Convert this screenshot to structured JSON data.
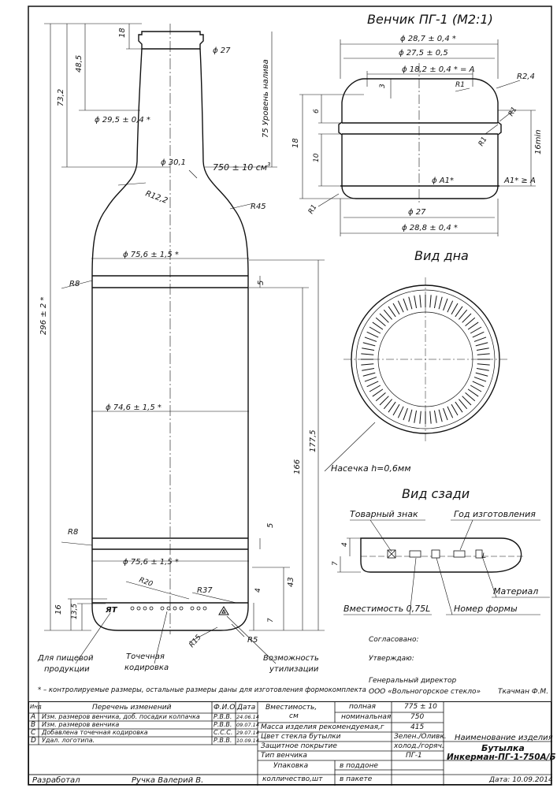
{
  "title_head": "Венчик ПГ-1 (М2:1)",
  "view_bottom": "Вид дна",
  "view_back": "Вид сзади",
  "dims_bottle": {
    "d27": "ϕ 27",
    "h18": "18",
    "h48": "48,5",
    "h73": "73,2",
    "d29": "ϕ 29,5 ± 0,4 *",
    "fill": "75 Уровень налива",
    "d30": "ϕ 30,1",
    "vol": "750 ± 10 см",
    "vol_sup": "3",
    "r12": "R12,2",
    "r45": "R45",
    "d75a": "ϕ 75,6 ± 1,5 *",
    "r8a": "R8",
    "h5a": "5",
    "d74": "ϕ 74,6 ± 1,5 *",
    "h296": "296 ± 2 *",
    "h177": "177,5",
    "h166": "166",
    "r8b": "R8",
    "h5b": "5",
    "d75b": "ϕ 75,6 ± 1,5 *",
    "r20": "R20",
    "r37": "R37",
    "h4": "4",
    "h43": "43",
    "h16": "16",
    "h135": "13,5",
    "h7": "7",
    "r15": "R15",
    "r5": "R5"
  },
  "dims_head": {
    "d287": "ϕ 28,7 ± 0,4 *",
    "d275": "ϕ 27,5 ± 0,5",
    "d182": "ϕ 18,2 ± 0,4 * = A",
    "h3": "3",
    "r1a": "R1",
    "r24": "R2,4",
    "h6": "6",
    "r1b": "R1",
    "r1c": "R1",
    "h18": "18",
    "h10": "10",
    "h16min": "16min",
    "da1": "ϕ A1*",
    "a1ge": "A1* ≥ A",
    "r1d": "R1",
    "d27": "ϕ 27",
    "d288": "ϕ 28,8 ± 0,4 *"
  },
  "labels": {
    "notch": "Насечка h=0,6мм",
    "trademark": "Товарный знак",
    "year": "Год изготовления",
    "material": "Материал",
    "capacity": "Вместимость 0,75L",
    "form_no": "Номер формы",
    "h4": "4",
    "h7": "7",
    "food": "Для пищевой",
    "food2": "продукции",
    "dot": "Точечная",
    "dot2": "кодировка",
    "recycle": "Возможность",
    "recycle2": "утилизации",
    "note": "* – контролируемые размеры, остальные размеры даны для изготовления формокомплекта"
  },
  "approval": {
    "agreed": "Согласовано:",
    "approved": "Утверждаю:",
    "director": "Генеральный директор",
    "company": "ООО «Вольногорское стекло»",
    "signer": "Ткачман Ф.М."
  },
  "table": {
    "h_ind": "Инд",
    "h_list": "Перечень изменений",
    "h_fio": "Ф.И.О.",
    "h_date": "Дата",
    "rows": [
      {
        "ind": "A",
        "text": "Изм. размеров венчика, доб. посадки колпачка",
        "fio": "Р.В.В.",
        "date": "24.06.14"
      },
      {
        "ind": "B",
        "text": "Изм. размеров венчика",
        "fio": "Р.В.В.",
        "date": "09.07.14"
      },
      {
        "ind": "C",
        "text": "Добавлена точечная кодировка",
        "fio": "С.С.С.",
        "date": "29.07.14"
      },
      {
        "ind": "D",
        "text": "Удал. логотипа.",
        "fio": "Р.В.В.",
        "date": "10.09.14"
      }
    ],
    "capacity_label": "Вместимость,",
    "capacity_unit": "см",
    "full": "полная",
    "full_val": "775 ± 10",
    "nominal": "номинальная",
    "nominal_val": "750",
    "mass": "Масса изделия рекомендуемая,г",
    "mass_val": "415",
    "glass": "Цвет стекла бутылки",
    "glass_val": "Зелен./Оливк.",
    "coating": "Защитное покрытие",
    "coating_val": "холод./горяч.",
    "finish": "Тип венчика",
    "finish_val": "ПГ-1",
    "pack": "Упаковка",
    "pack2": "колличество,шт",
    "pallet": "в поддоне",
    "packet": "в пакете",
    "name_label": "Наименование изделия",
    "name1": "Бутылка",
    "name2": "Инкерман-ПГ-1-750А/Б",
    "developer": "Разработал",
    "developer_name": "Ручка Валерий В.",
    "date": "Дата: 10.09.2014"
  }
}
